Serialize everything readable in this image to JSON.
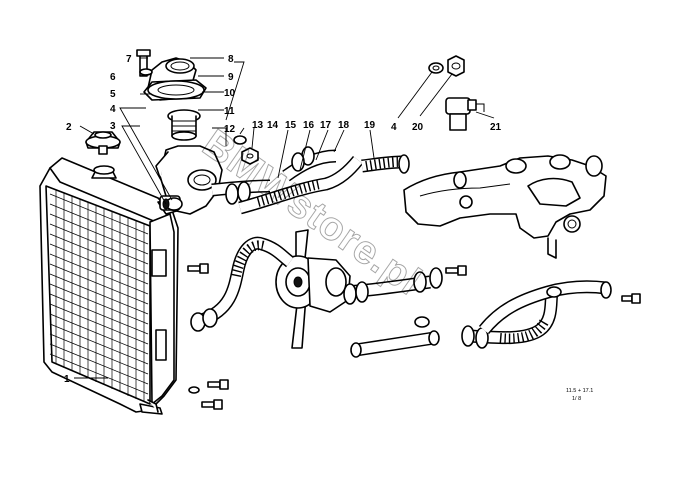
{
  "callouts": [
    "7",
    "8",
    "6",
    "9",
    "5",
    "10",
    "4",
    "11",
    "2",
    "3",
    "12",
    "13",
    "14",
    "15",
    "16",
    "17",
    "18",
    "19",
    "4",
    "20",
    "21",
    "1"
  ],
  "drawing_code": {
    "line1": "11.5 + 17.1",
    "line2": "1/ 8"
  },
  "watermark": "BMWstore.pl"
}
